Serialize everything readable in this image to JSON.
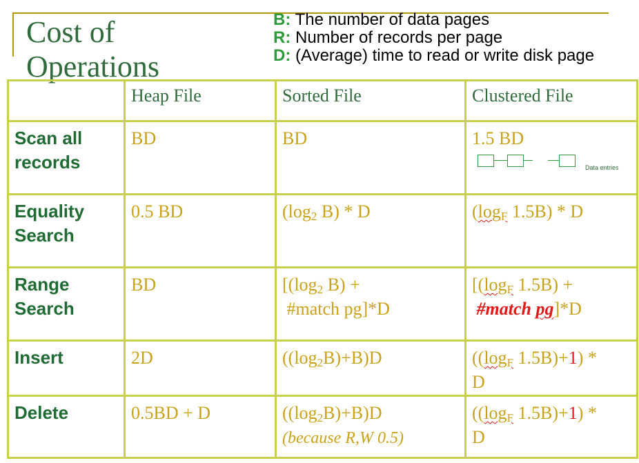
{
  "title": "Cost of Operations",
  "definitions": [
    {
      "key": "B:",
      "text": "The number of data pages"
    },
    {
      "key": "R:",
      "text": "Number of records per page"
    },
    {
      "key": "D:",
      "text": "(Average) time to read or write disk page"
    }
  ],
  "columns": [
    "",
    "Heap File",
    "Sorted File",
    "Clustered File"
  ],
  "rows": {
    "scan": {
      "label_1": "Scan all",
      "label_2": "records",
      "heap": "BD",
      "sorted": "BD",
      "clustered": "1.5 BD",
      "diagram_label": "Data entries"
    },
    "equality": {
      "label_1": "Equality",
      "label_2": "Search",
      "heap": "0.5 BD"
    },
    "range": {
      "label_1": "Range",
      "label_2": "Search",
      "heap": "BD"
    },
    "insert": {
      "label": "Insert",
      "heap": "2D"
    },
    "delete": {
      "label": "Delete",
      "heap": "0.5BD + D",
      "sorted_note": "(because R,W 0.5)"
    }
  },
  "formula_parts": {
    "log": "log",
    "sub_2": "2",
    "sub_F": "F",
    "B": "B",
    "B_close": "B)",
    "times_D": " * D",
    "eq_sorted_pre": "(",
    "eq_clustered_pre": "(",
    "eq_clustered_arg": " 1.5B)",
    "range_sorted_l1": "[(",
    "range_sorted_l1_end": " B) +",
    "range_sorted_l2": "#match pg]*D",
    "range_clustered_l1_pre": "[(",
    "range_clustered_l1_end": " 1.5B) +",
    "range_clustered_match": "#match",
    "range_clustered_pg": "pg",
    "range_clustered_end": "]*D",
    "ins_sorted_pre": "((",
    "ins_sorted_post": "B)+B)D",
    "ins_clustered_pre": "((",
    "ins_clustered_mid": " 1.5B)+",
    "one": "1",
    "ins_clustered_end": ") *",
    "D": "D"
  },
  "colors": {
    "title": "#2f6b3b",
    "row_header": "#1f6b33",
    "value": "#c9a21a",
    "accent_red": "#e01818",
    "border": "#c8cf4a",
    "key": "#2e9a3a"
  }
}
